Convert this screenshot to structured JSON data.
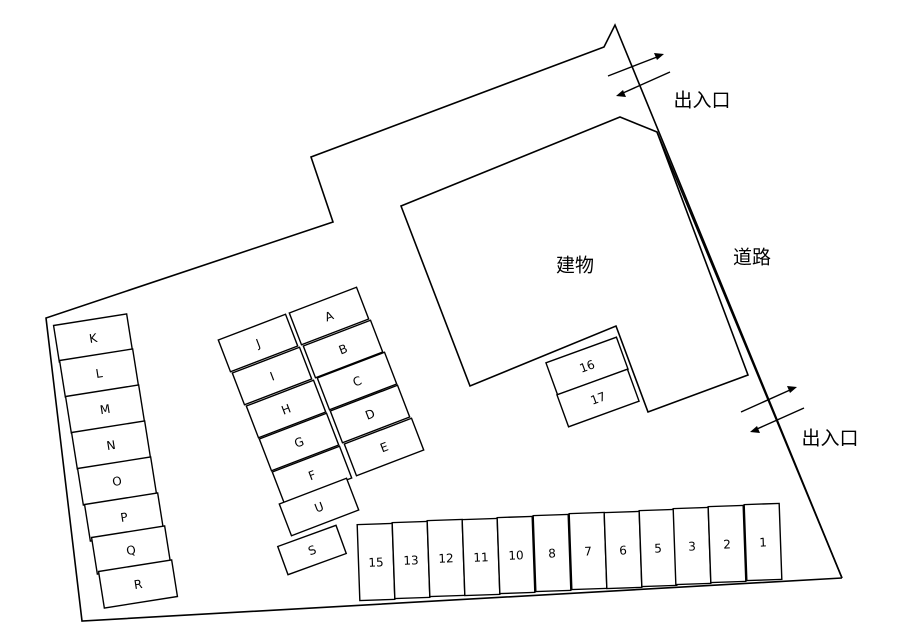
{
  "map": {
    "labels": {
      "building": "建物",
      "road": "道路",
      "entrance_top": "出入口",
      "entrance_bottom": "出入口"
    },
    "slots": {
      "left_column": [
        "K",
        "L",
        "M",
        "N",
        "O",
        "P",
        "Q",
        "R"
      ],
      "middle_left_column": [
        "J",
        "I",
        "H",
        "G",
        "F",
        "U"
      ],
      "middle_right_column": [
        "A",
        "B",
        "C",
        "D",
        "E"
      ],
      "single": "S",
      "building_slots": [
        "16",
        "17"
      ],
      "bottom_row": [
        "15",
        "13",
        "12",
        "11",
        "10",
        "8",
        "7",
        "6",
        "5",
        "3",
        "2",
        "1"
      ]
    }
  }
}
